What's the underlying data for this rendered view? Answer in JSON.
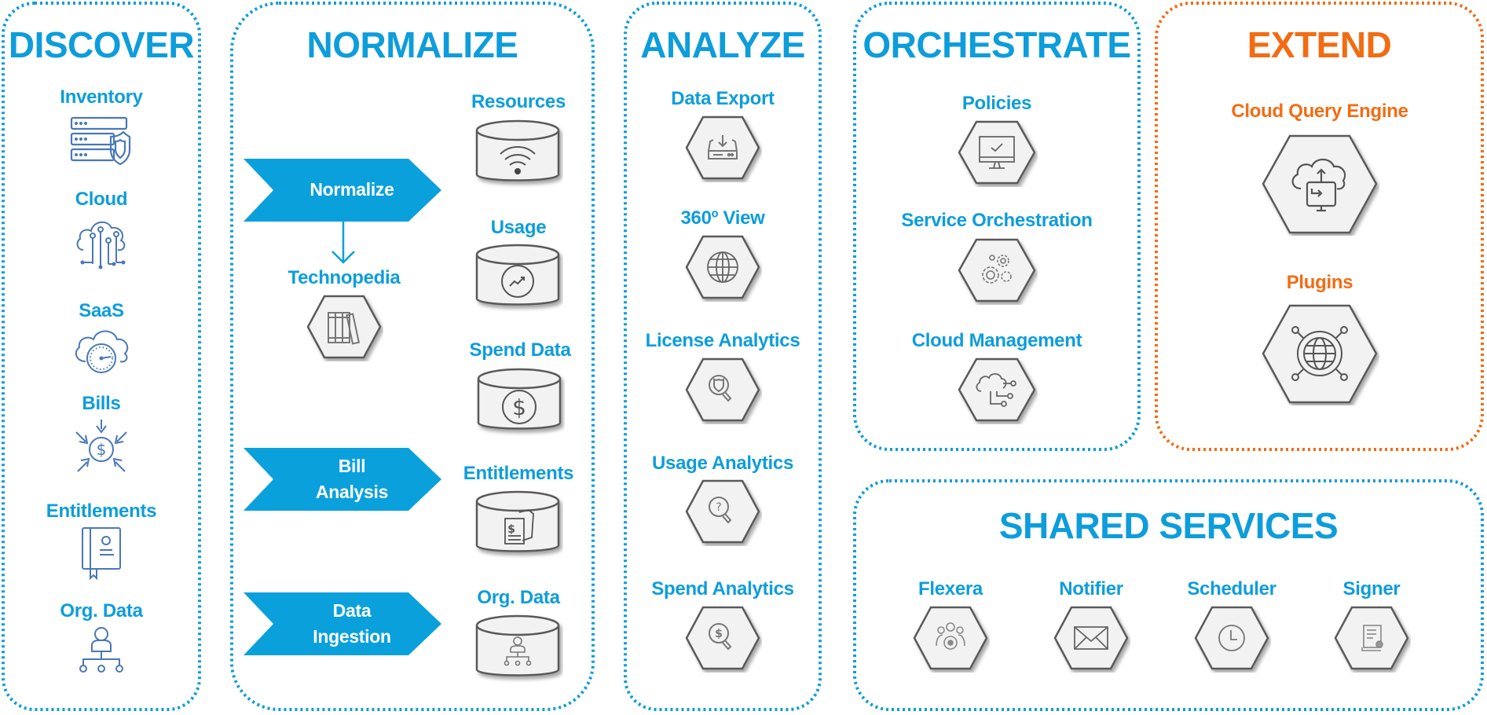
{
  "colors": {
    "primary_blue": "#0d9ddb",
    "accent_orange": "#f26c13",
    "chevron_blue": "#0aa0dc",
    "icon_blue": "#4a78b8",
    "hex_fill": "#f2f2f2",
    "hex_stroke": "#5a5a5a"
  },
  "discover": {
    "title": "DISCOVER",
    "items": [
      {
        "label": "Inventory",
        "icon": "server-shield-icon"
      },
      {
        "label": "Cloud",
        "icon": "cloud-circuit-icon"
      },
      {
        "label": "SaaS",
        "icon": "cloud-gauge-icon"
      },
      {
        "label": "Bills",
        "icon": "dollar-inbound-arrows-icon"
      },
      {
        "label": "Entitlements",
        "icon": "certificate-book-icon"
      },
      {
        "label": "Org. Data",
        "icon": "org-chart-icon"
      }
    ]
  },
  "normalize": {
    "title": "NORMALIZE",
    "processes": [
      {
        "label_lines": [
          "Normalize"
        ]
      },
      {
        "label_lines": [
          "Bill",
          "Analysis"
        ]
      },
      {
        "label_lines": [
          "Data",
          "Ingestion"
        ]
      }
    ],
    "technopedia": {
      "label": "Technopedia",
      "icon": "books-icon"
    },
    "stores": [
      {
        "label": "Resources",
        "icon": "wifi-icon"
      },
      {
        "label": "Usage",
        "icon": "trend-chart-icon"
      },
      {
        "label": "Spend Data",
        "icon": "dollar-icon"
      },
      {
        "label": "Entitlements",
        "icon": "invoice-documents-icon"
      },
      {
        "label": "Org. Data",
        "icon": "org-chart-icon"
      }
    ]
  },
  "analyze": {
    "title": "ANALYZE",
    "items": [
      {
        "label": "Data Export",
        "icon": "drive-download-icon"
      },
      {
        "label": "360º View",
        "icon": "globe-icon"
      },
      {
        "label": "License Analytics",
        "icon": "shield-search-icon"
      },
      {
        "label": "Usage Analytics",
        "icon": "question-search-icon"
      },
      {
        "label": "Spend Analytics",
        "icon": "dollar-search-icon"
      }
    ]
  },
  "orchestrate": {
    "title": "ORCHESTRATE",
    "items": [
      {
        "label": "Policies",
        "icon": "monitor-check-icon"
      },
      {
        "label": "Service Orchestration",
        "icon": "gears-icon"
      },
      {
        "label": "Cloud Management",
        "icon": "cloud-network-icon"
      }
    ]
  },
  "extend": {
    "title": "EXTEND",
    "items": [
      {
        "label": "Cloud Query Engine",
        "icon": "cloud-sync-monitor-icon"
      },
      {
        "label": "Plugins",
        "icon": "globe-nodes-icon"
      }
    ]
  },
  "shared_services": {
    "title": "SHARED SERVICES",
    "items": [
      {
        "label": "Flexera",
        "icon": "user-group-icon"
      },
      {
        "label": "Notifier",
        "icon": "envelope-icon"
      },
      {
        "label": "Scheduler",
        "icon": "clock-icon"
      },
      {
        "label": "Signer",
        "icon": "signed-document-icon"
      }
    ]
  }
}
